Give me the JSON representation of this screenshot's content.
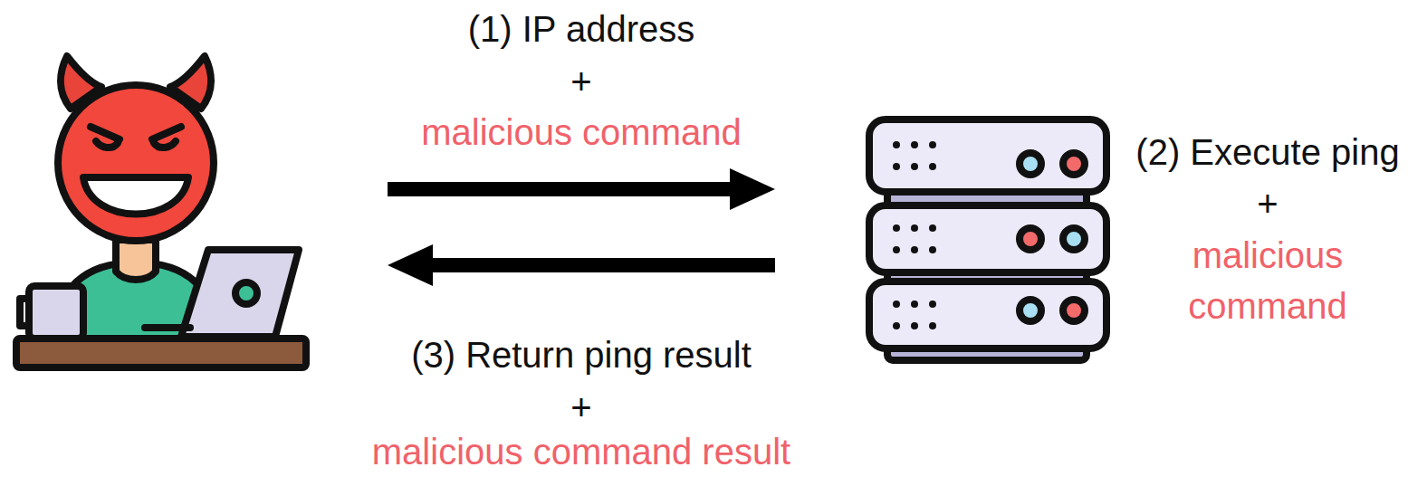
{
  "diagram": {
    "labels": [
      "(1) IP address",
      "+",
      "malicious command",
      "(2) Execute ping",
      "+",
      "malicious command",
      "(3) Return ping result",
      "+",
      "malicious command result"
    ]
  }
}
